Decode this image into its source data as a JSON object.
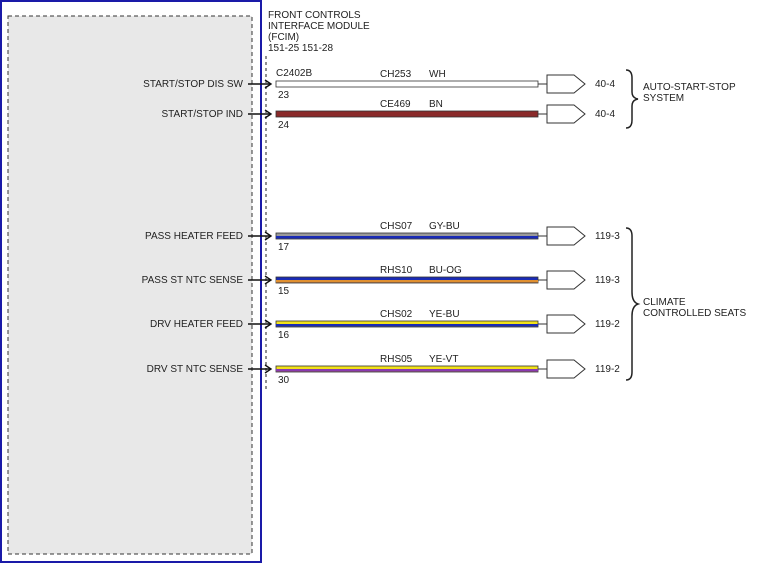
{
  "module": {
    "title_lines": [
      "FRONT CONTROLS",
      "INTERFACE MODULE",
      "(FCIM)",
      "151-25  151-28"
    ],
    "connector": "C2402B"
  },
  "colors": {
    "frame": "#1a1aa8",
    "WH": "#ffffff",
    "BN": "#8a2a2a",
    "GY": "#9a9a9a",
    "BU": "#1a2bb5",
    "OG": "#e09030",
    "YE": "#f2e21a",
    "VT": "#8a3ab0"
  },
  "circuits": [
    {
      "label": "START/STOP DIS SW",
      "pin": "23",
      "circuit": "CH253",
      "wire_color": "WH",
      "stripe": [
        "WH",
        "WH"
      ],
      "dest": "40-4"
    },
    {
      "label": "START/STOP IND",
      "pin": "24",
      "circuit": "CE469",
      "wire_color": "BN",
      "stripe": [
        "BN",
        "BN"
      ],
      "dest": "40-4"
    },
    {
      "label": "PASS HEATER FEED",
      "pin": "17",
      "circuit": "CHS07",
      "wire_color": "GY-BU",
      "stripe": [
        "GY",
        "BU"
      ],
      "dest": "119-3"
    },
    {
      "label": "PASS ST NTC SENSE",
      "pin": "15",
      "circuit": "RHS10",
      "wire_color": "BU-OG",
      "stripe": [
        "BU",
        "OG"
      ],
      "dest": "119-3"
    },
    {
      "label": "DRV HEATER FEED",
      "pin": "16",
      "circuit": "CHS02",
      "wire_color": "YE-BU",
      "stripe": [
        "YE",
        "BU"
      ],
      "dest": "119-2"
    },
    {
      "label": "DRV ST NTC SENSE",
      "pin": "30",
      "circuit": "RHS05",
      "wire_color": "YE-VT",
      "stripe": [
        "YE",
        "VT"
      ],
      "dest": "119-2"
    }
  ],
  "groups": [
    {
      "lines": [
        "AUTO-START-STOP",
        "SYSTEM"
      ]
    },
    {
      "lines": [
        "CLIMATE",
        "CONTROLLED SEATS"
      ]
    }
  ]
}
